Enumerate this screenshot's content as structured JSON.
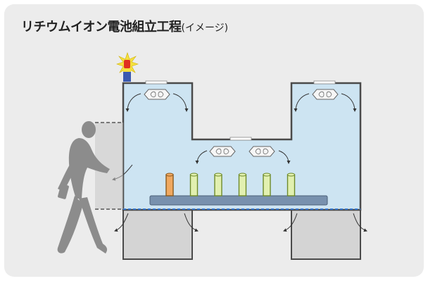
{
  "title": {
    "main": "リチウムイオン電池組立工程",
    "sub": "(イメージ)"
  },
  "colors": {
    "card_background": "#ececec",
    "room_fill": "#cde4f2",
    "outline": "#4a4a4a",
    "support_fill": "#d4d4d4",
    "conveyor": "#7891ae",
    "cell_active": "#f0a860",
    "cell_idle": "#e2f0b0",
    "person": "#8c8c8c",
    "alarm_red": "#e03020",
    "alarm_yellow": "#f4e040",
    "alarm_blue": "#3a5ab0"
  },
  "icons": {
    "alarm": "warning-light-icon",
    "person": "walking-person-icon",
    "fan_filter_unit": "fan-filter-unit-icon",
    "airflow": "airflow-arrow-icon"
  },
  "battery_cells": [
    {
      "state": "active"
    },
    {
      "state": "idle"
    },
    {
      "state": "idle"
    },
    {
      "state": "idle"
    },
    {
      "state": "idle"
    },
    {
      "state": "idle"
    }
  ]
}
